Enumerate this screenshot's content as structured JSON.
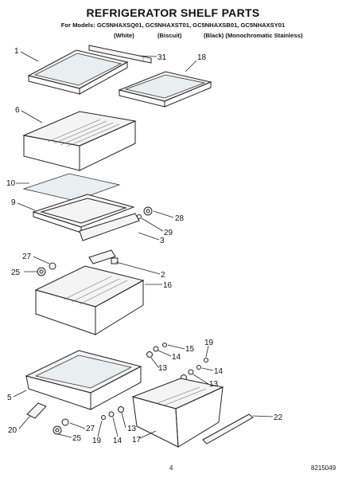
{
  "header": {
    "title": "REFRIGERATOR SHELF PARTS",
    "models": "For Models: GC5NHAXSQ01, GC5NHAXST01, GC5NHAXSB01, GC5NHAXSY01",
    "variants": [
      "(White)",
      "(Biscuit)",
      "(Black) (Monochromatic Stainless)"
    ]
  },
  "callouts": {
    "c1": "1",
    "c31": "31",
    "c18": "18",
    "c6": "6",
    "c10": "10",
    "c9": "9",
    "c28": "28",
    "c29": "29",
    "c3": "3",
    "c27a": "27",
    "c25a": "25",
    "c2": "2",
    "c16": "16",
    "c15": "15",
    "c19a": "19",
    "c14a": "14",
    "c14b": "14",
    "c13a": "13",
    "c13b": "13",
    "c13c": "13",
    "c5": "5",
    "c20": "20",
    "c27b": "27",
    "c25b": "25",
    "c19b": "19",
    "c14c": "14",
    "c17": "17",
    "c22": "22"
  },
  "footer": {
    "page_number": "4",
    "doc_number": "8215049"
  }
}
